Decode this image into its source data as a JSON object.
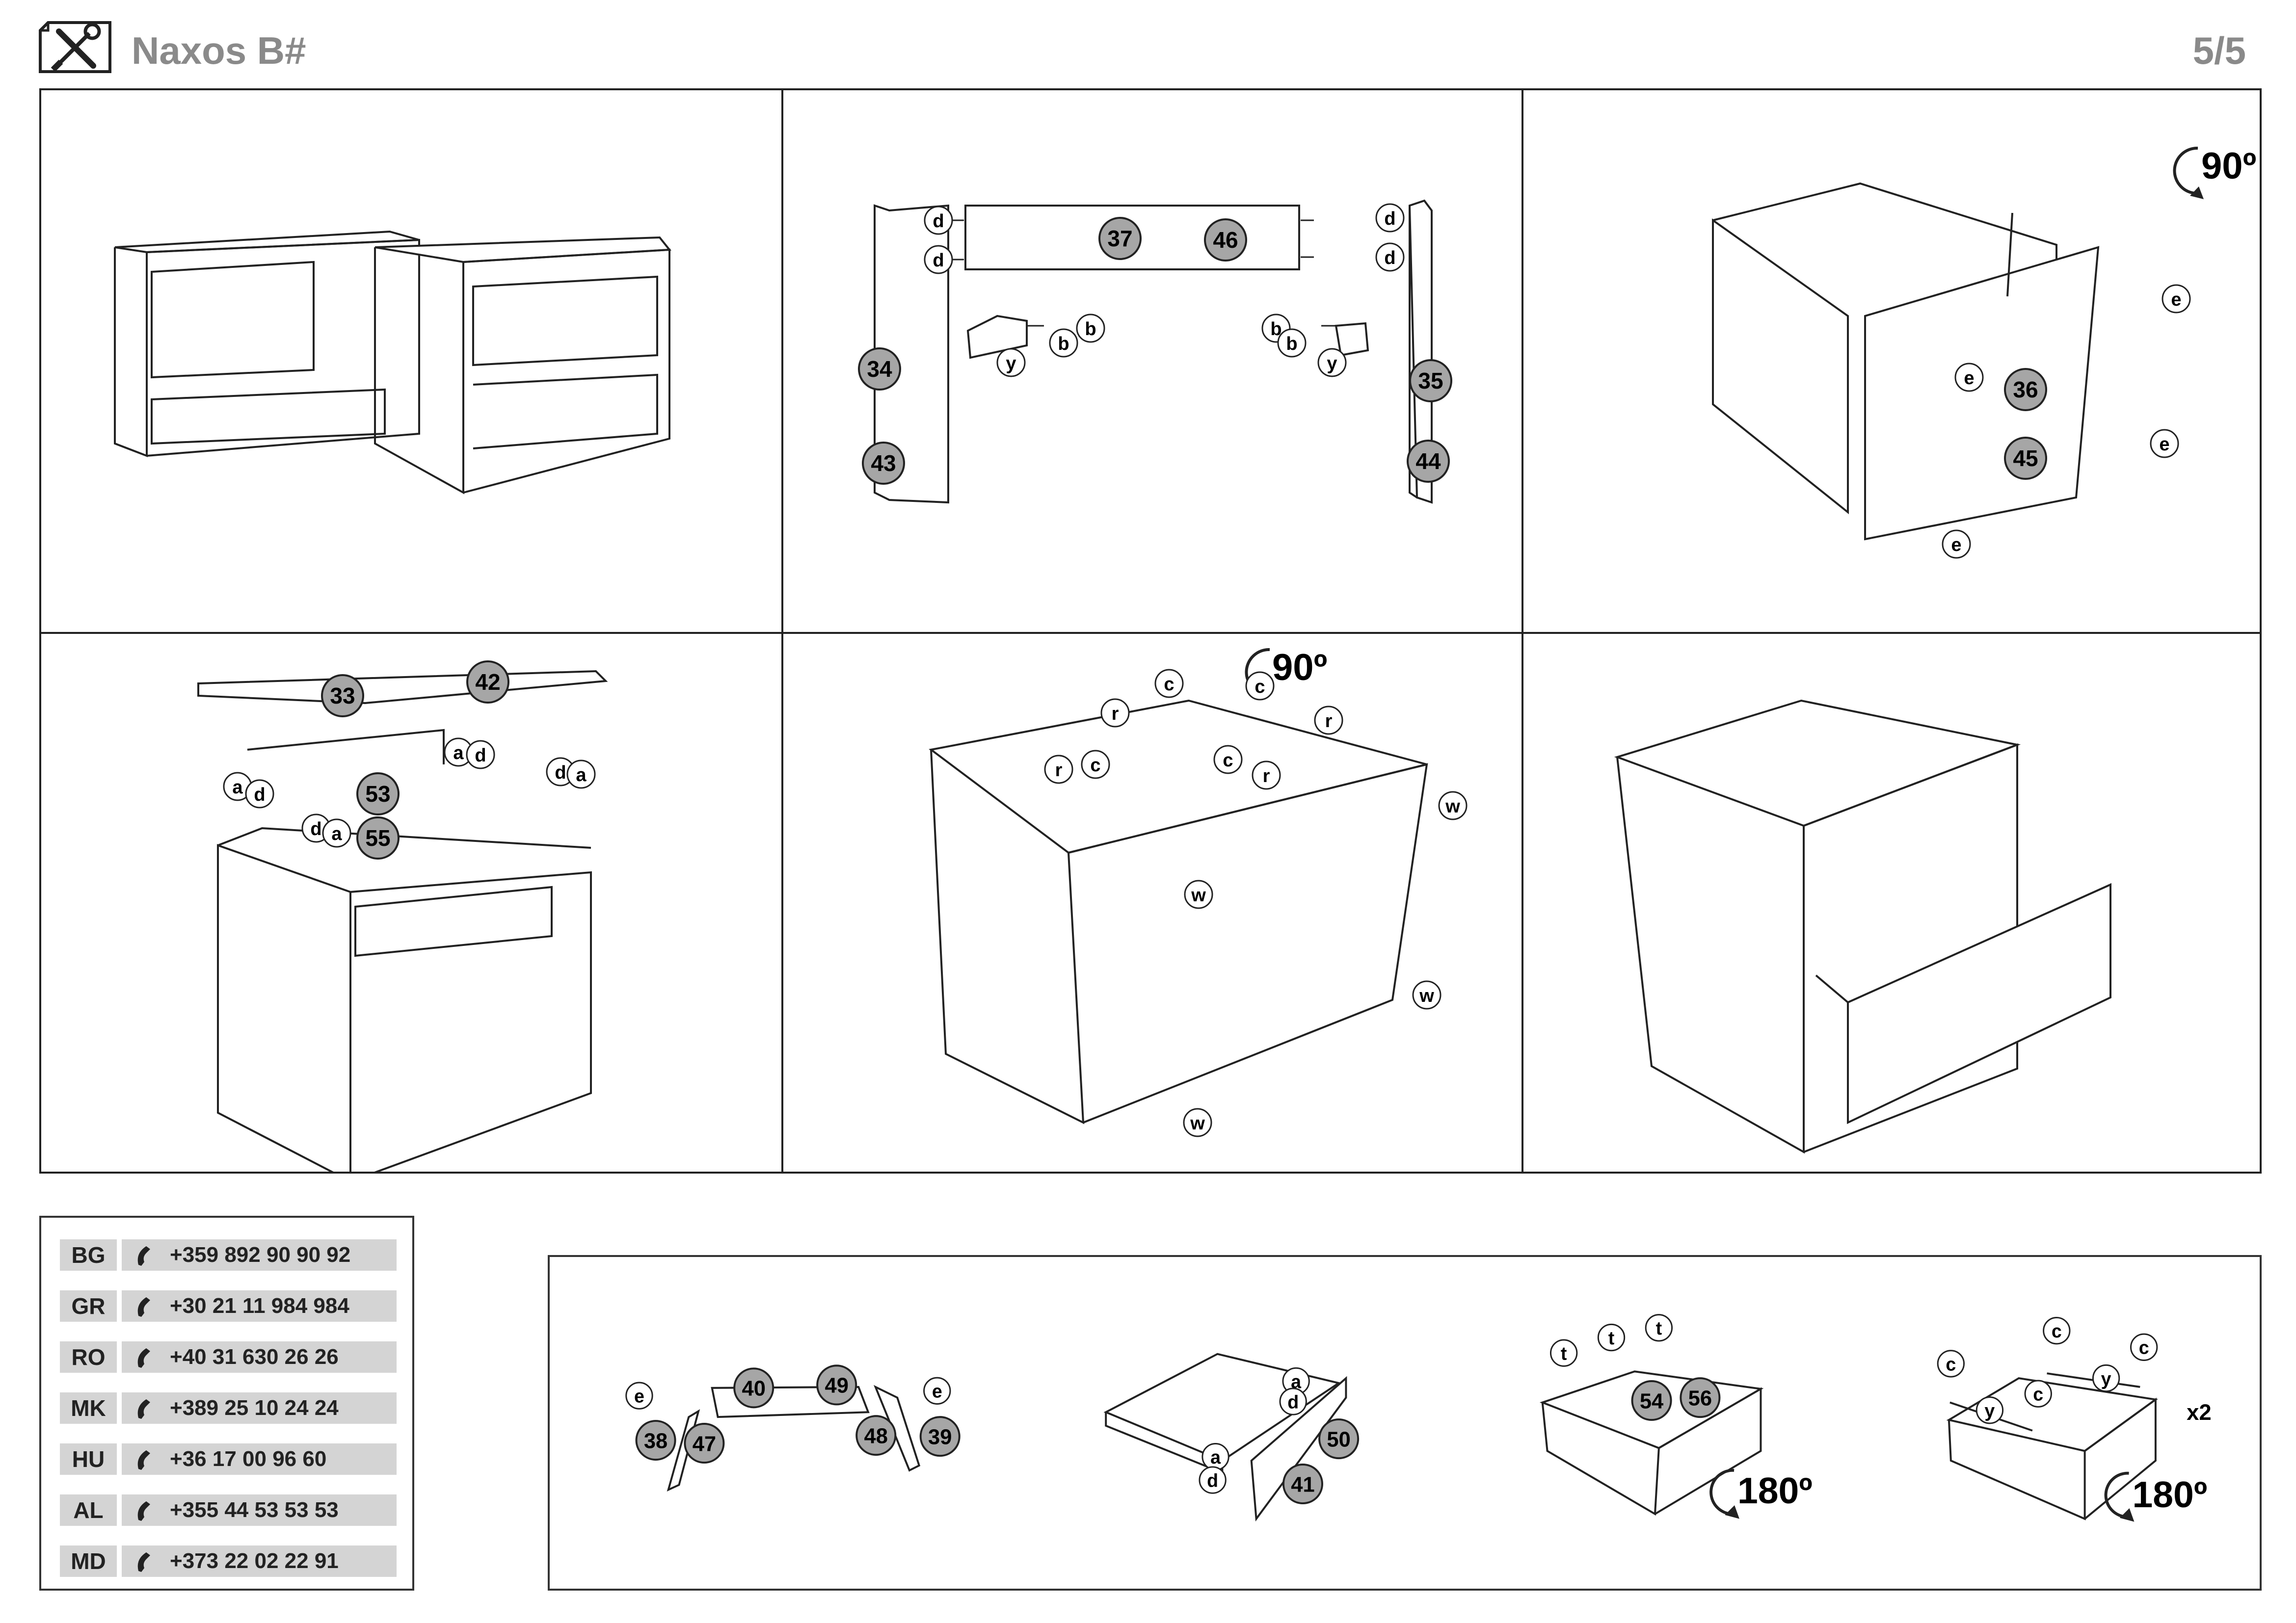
{
  "header": {
    "title": "Naxos B#",
    "page": "5/5",
    "icon": "tools-icon"
  },
  "steps": [
    {
      "id": "step-1"
    },
    {
      "id": "step-2",
      "parts": [
        "37",
        "46",
        "34",
        "43",
        "35",
        "44"
      ],
      "hardware": [
        "d",
        "d",
        "d",
        "d",
        "b",
        "b",
        "b",
        "b",
        "y",
        "y"
      ]
    },
    {
      "id": "step-3",
      "rotation": "90º",
      "parts": [
        "36",
        "45"
      ],
      "hardware": [
        "e",
        "e",
        "e",
        "e"
      ]
    },
    {
      "id": "step-4",
      "parts": [
        "33",
        "42",
        "53",
        "55"
      ],
      "hardware": [
        "a",
        "d",
        "a",
        "d",
        "d",
        "a",
        "d",
        "a"
      ]
    },
    {
      "id": "step-5",
      "rotation": "90º",
      "hardware": [
        "c",
        "c",
        "r",
        "r",
        "c",
        "r",
        "c",
        "r",
        "w",
        "w",
        "w",
        "w"
      ]
    },
    {
      "id": "step-6"
    }
  ],
  "drawer_steps": {
    "d1": {
      "parts": [
        "40",
        "49",
        "38",
        "47",
        "48",
        "39"
      ],
      "hardware": [
        "e",
        "e"
      ]
    },
    "d2": {
      "parts": [
        "50",
        "41"
      ],
      "hardware": [
        "a",
        "d",
        "a",
        "d"
      ]
    },
    "d3": {
      "parts": [
        "54",
        "56"
      ],
      "hardware": [
        "t",
        "t",
        "t"
      ],
      "rotation": "180º"
    },
    "d4": {
      "hardware": [
        "c",
        "c",
        "c",
        "y",
        "y",
        "c"
      ],
      "multiplier": "x2",
      "rotation": "180º"
    }
  },
  "contacts": [
    {
      "code": "BG",
      "phone": "+359 892 90 90 92"
    },
    {
      "code": "GR",
      "phone": "+30 21 11 984 984"
    },
    {
      "code": "RO",
      "phone": "+40 31 630 26 26"
    },
    {
      "code": "MK",
      "phone": "+389 25 10 24 24"
    },
    {
      "code": "HU",
      "phone": "+36 17 00 96 60"
    },
    {
      "code": "AL",
      "phone": "+355 44 53 53 53"
    },
    {
      "code": "MD",
      "phone": "+373 22 02 22 91"
    }
  ],
  "colors": {
    "ink": "#222222",
    "part_fill": "#a6a6a6",
    "header_gray": "#8a8a8a",
    "row_gray": "#d4d4d4"
  }
}
